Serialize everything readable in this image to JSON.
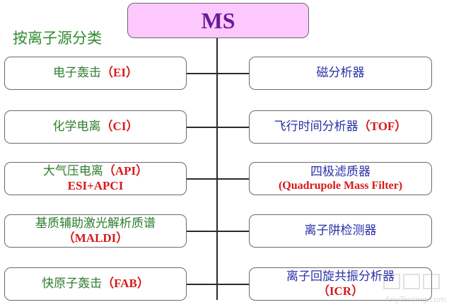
{
  "root": {
    "label": "MS"
  },
  "heading": "按离子源分类",
  "left_boxes": [
    {
      "label": "电子轰击",
      "code": "（EI）"
    },
    {
      "label": "化学电离",
      "code": "（CI）"
    },
    {
      "label": "大气压电离",
      "code": "（API）",
      "sub": "ESI+APCI"
    },
    {
      "label": "基质辅助激光解析质谱",
      "sub": "（MALDI）"
    },
    {
      "label": "快原子轰击",
      "code": "（FAB）"
    }
  ],
  "right_boxes": [
    {
      "label": "磁分析器"
    },
    {
      "label": "飞行时间分析器",
      "code": "（TOF）"
    },
    {
      "label": "四极滤质器",
      "sub": "(Quadrupole Mass Filter)"
    },
    {
      "label": "离子阱检测器"
    },
    {
      "label": "离子回旋共振分析器",
      "sub": "（ICR）"
    }
  ],
  "watermark": {
    "text": "AnyTesting.com"
  }
}
